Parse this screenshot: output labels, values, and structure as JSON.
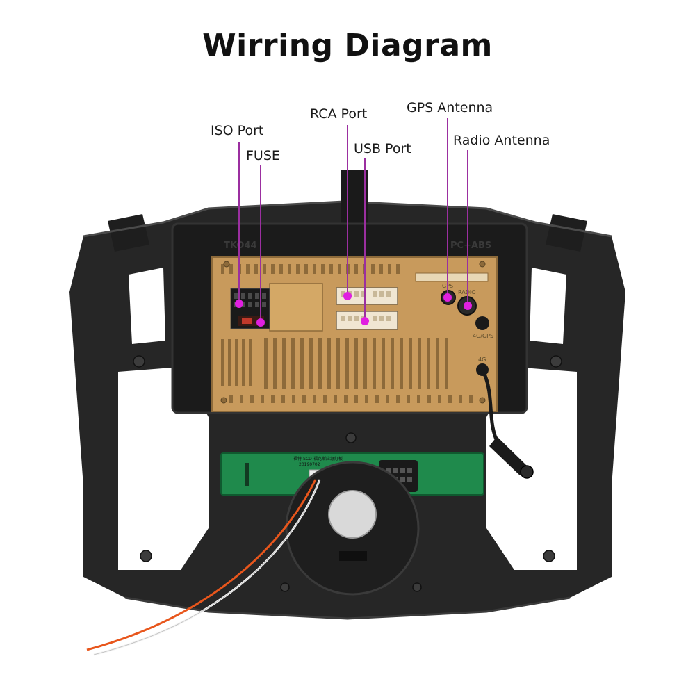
{
  "title": "Wirring Diagram",
  "labels": {
    "iso_port": "ISO Port",
    "fuse": "FUSE",
    "rca_port": "RCA Port",
    "usb_port": "USB Port",
    "gps_antenna": "GPS Antenna",
    "radio_antenna": "Radio Antenna"
  },
  "connector_marks": {
    "gps": "GPS",
    "radio": "RADIO",
    "four_g_gps": "4G/GPS",
    "four_g": "4G"
  },
  "molded_text": {
    "left": "TKO44",
    "right": "PC+ABS"
  },
  "pcb_text": {
    "line1": "福特-SCD-福克斯应急灯板",
    "line2": "20190702"
  },
  "colors": {
    "marker": "#e020e0",
    "leader": "#9b2fa0",
    "housing": "#c89a5c",
    "pcb": "#1f8a4c",
    "frame": "#262626"
  }
}
